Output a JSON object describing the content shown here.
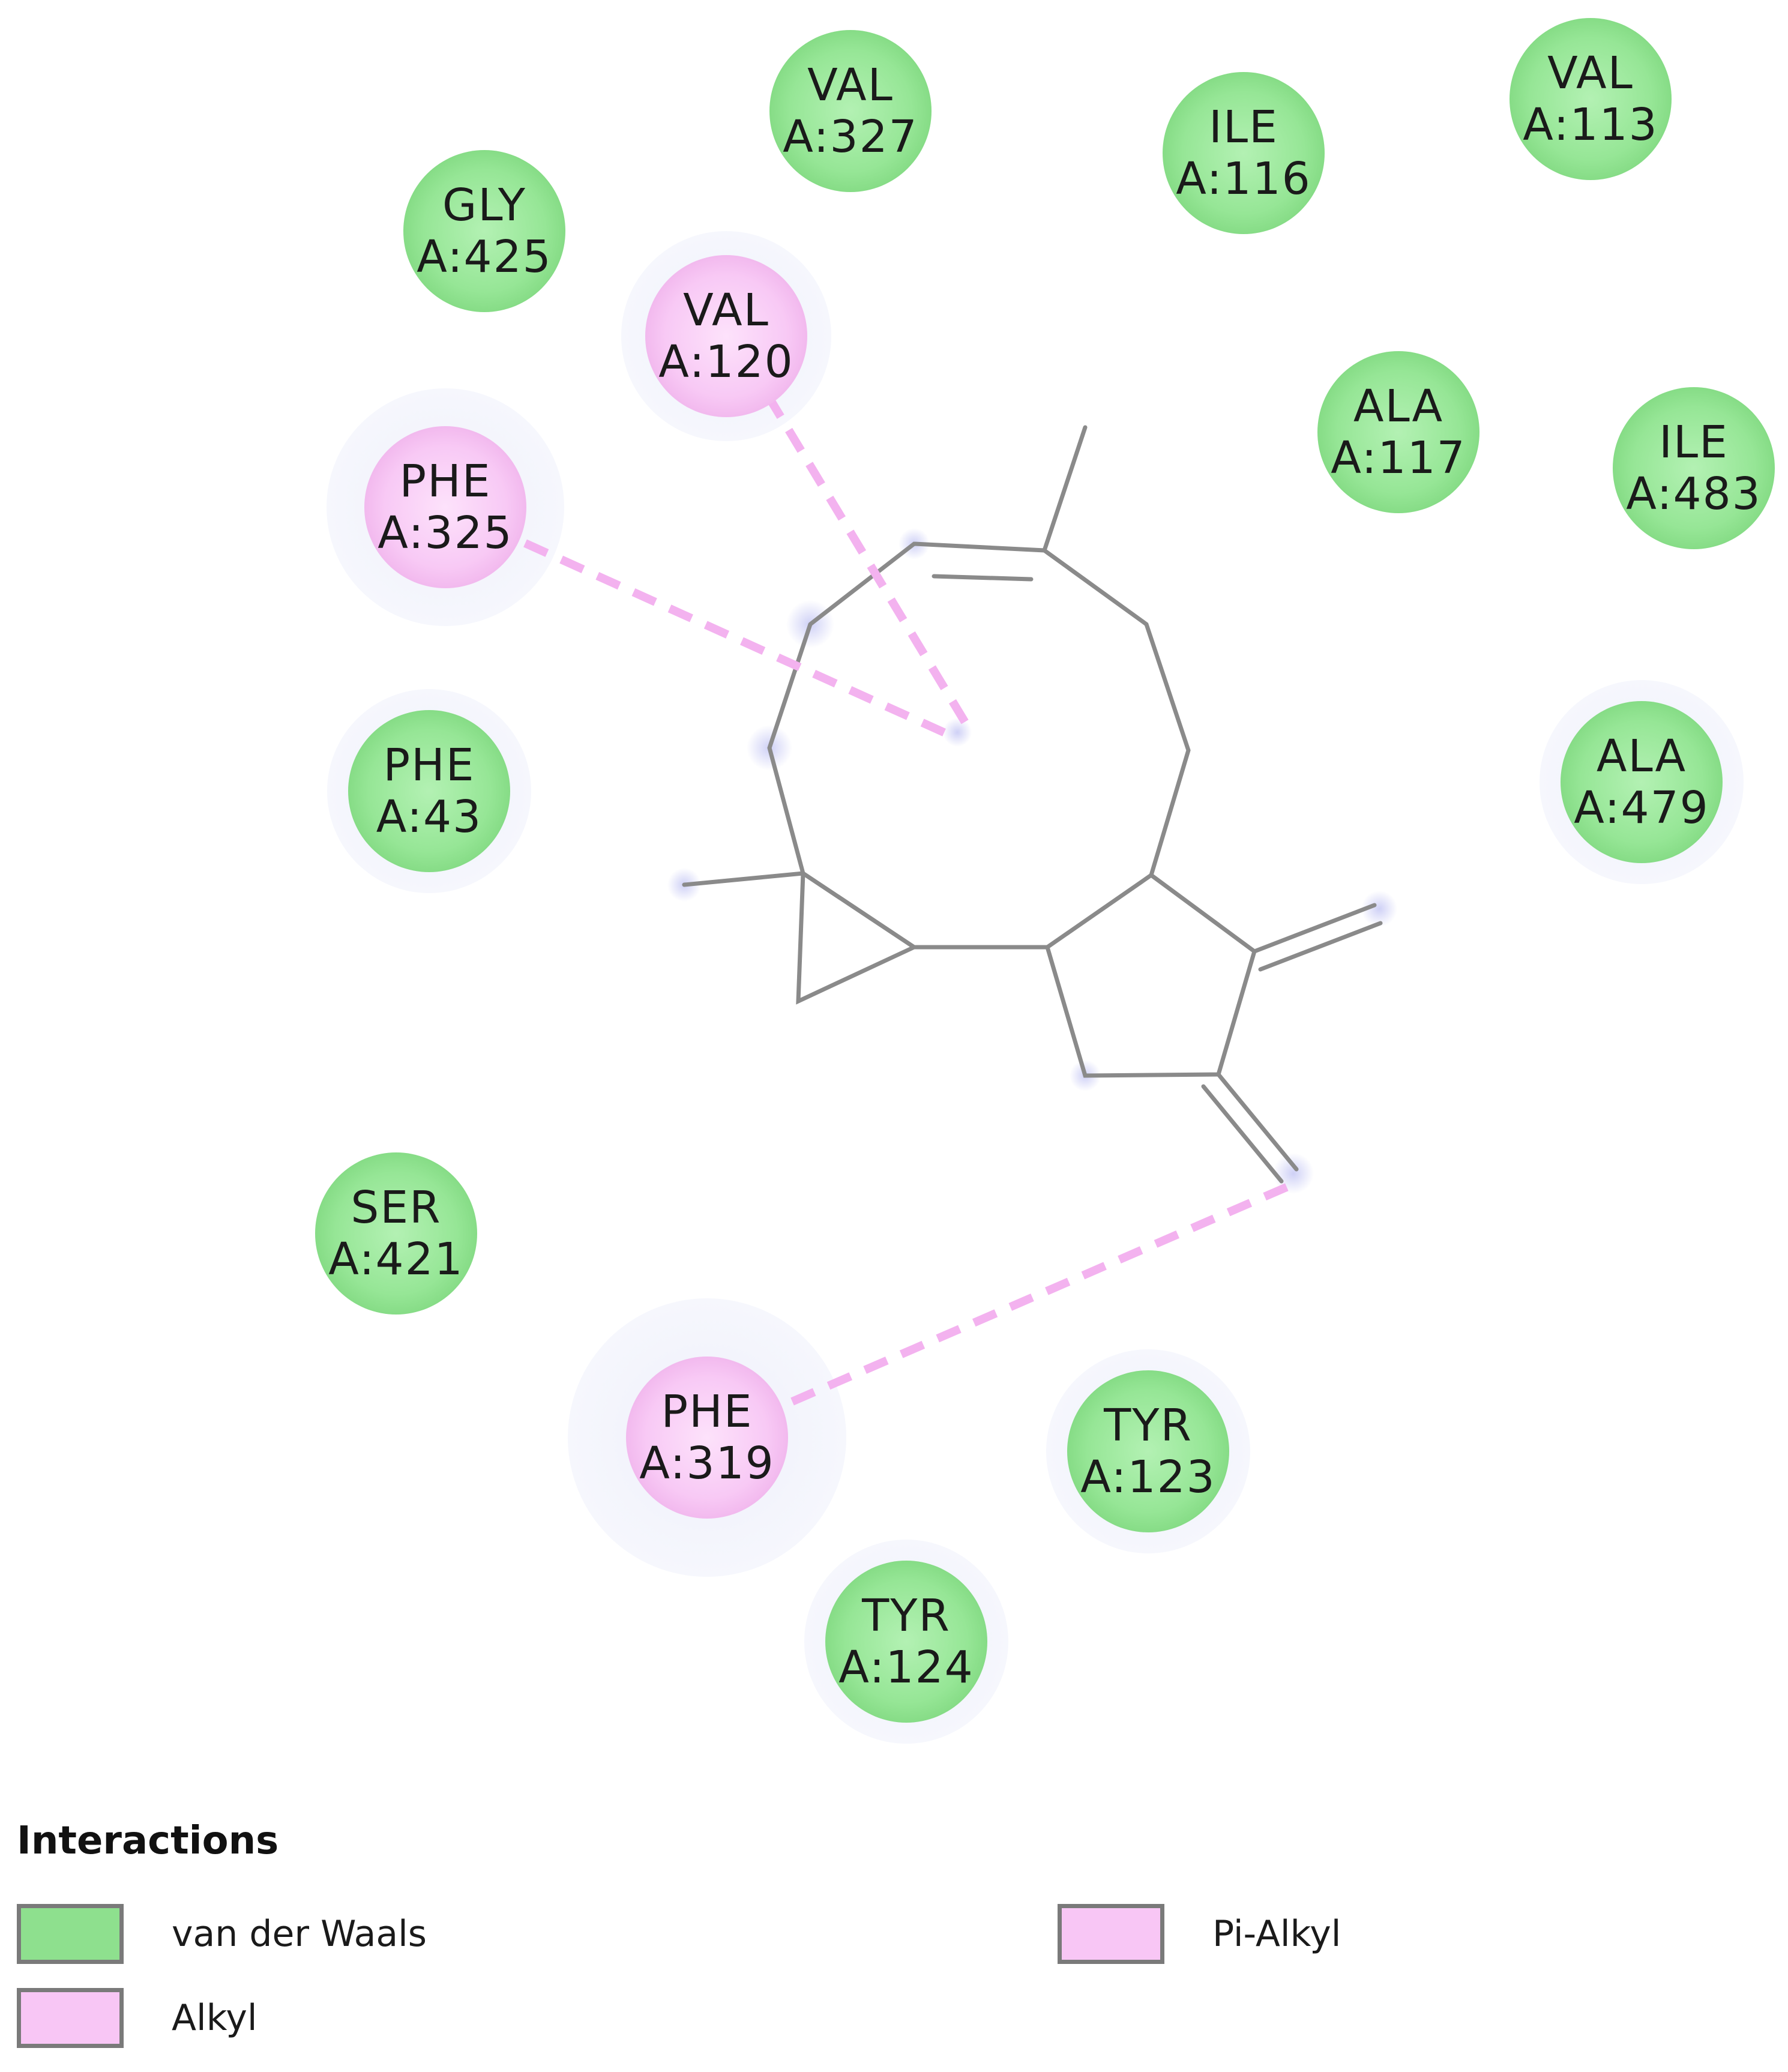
{
  "residues": [
    {
      "name": "VAL",
      "id": "A:327",
      "type": "vdw"
    },
    {
      "name": "ILE",
      "id": "A:116",
      "type": "vdw"
    },
    {
      "name": "VAL",
      "id": "A:113",
      "type": "vdw"
    },
    {
      "name": "GLY",
      "id": "A:425",
      "type": "vdw"
    },
    {
      "name": "VAL",
      "id": "A:120",
      "type": "alkyl"
    },
    {
      "name": "ALA",
      "id": "A:117",
      "type": "vdw"
    },
    {
      "name": "ILE",
      "id": "A:483",
      "type": "vdw"
    },
    {
      "name": "PHE",
      "id": "A:325",
      "type": "alkyl"
    },
    {
      "name": "PHE",
      "id": "A:43",
      "type": "vdw"
    },
    {
      "name": "ALA",
      "id": "A:479",
      "type": "vdw"
    },
    {
      "name": "SER",
      "id": "A:421",
      "type": "vdw"
    },
    {
      "name": "PHE",
      "id": "A:319",
      "type": "alkyl"
    },
    {
      "name": "TYR",
      "id": "A:123",
      "type": "vdw"
    },
    {
      "name": "TYR",
      "id": "A:124",
      "type": "vdw"
    }
  ],
  "legend": {
    "title": "Interactions",
    "items": [
      {
        "label": "van der Waals",
        "color": "#8ee08e"
      },
      {
        "label": "Alkyl",
        "color": "#f8c6f5"
      },
      {
        "label": "Pi-Alkyl",
        "color": "#f8c6f5"
      }
    ]
  },
  "colors": {
    "vdw": "#8ee08e",
    "alkyl": "#f8c6f5",
    "interaction_line": "#f3b2ef",
    "bond": "#8a8a8a"
  }
}
